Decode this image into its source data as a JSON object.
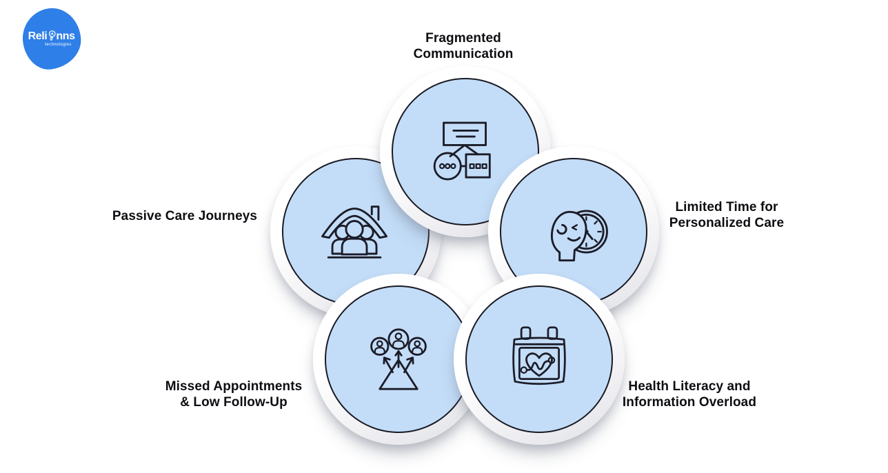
{
  "colors": {
    "background": "#ffffff",
    "circle_fill": "#c3ddf8",
    "circle_border": "#191922",
    "icon_stroke": "#1c1c28",
    "label_text": "#0d0d12",
    "logo_blue": "#2f7fe8"
  },
  "logo": {
    "brand_left": "Reli",
    "brand_right": "nns",
    "subtitle": "technologies"
  },
  "items": [
    {
      "id": "fragmented-communication",
      "position": "top",
      "label": "Fragmented\nCommunication",
      "icon": "chat-messages-icon"
    },
    {
      "id": "passive-care-journeys",
      "position": "left",
      "label": "Passive Care Journeys",
      "icon": "family-under-roof-icon"
    },
    {
      "id": "limited-time-for-personalized-care",
      "position": "right",
      "label": "Limited Time for\nPersonalized Care",
      "icon": "head-with-clock-icon"
    },
    {
      "id": "missed-appointments-low-follow-up",
      "position": "bottom-left",
      "label": "Missed Appointments\n& Low Follow-Up",
      "icon": "triangle-referral-arrows-icon"
    },
    {
      "id": "health-literacy-information-overload",
      "position": "bottom-right",
      "label": "Health Literacy and\nInformation Overload",
      "icon": "heart-monitor-calendar-icon"
    }
  ]
}
